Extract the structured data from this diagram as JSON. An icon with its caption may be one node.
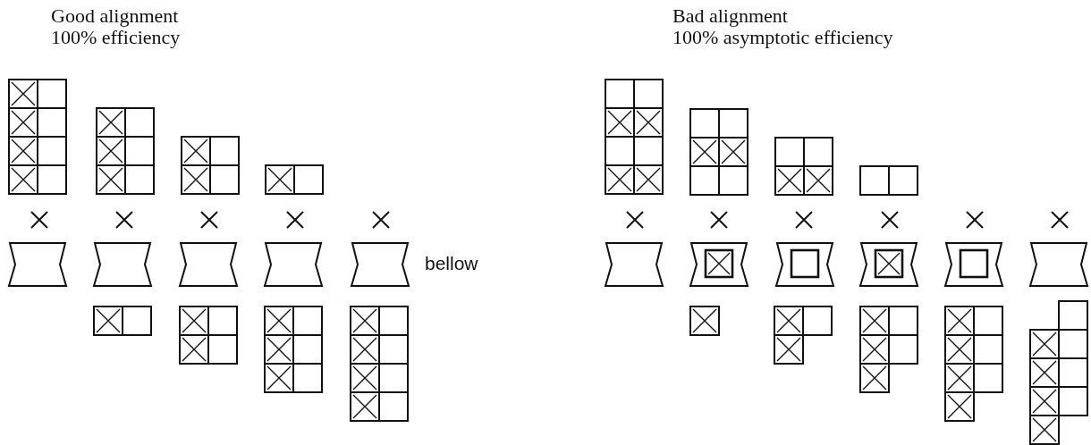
{
  "diagram": {
    "labels": [
      "Good alignment",
      "100% efficiency",
      "Bad alignment",
      "100% asymptotic efficiency",
      "bellow"
    ]
  }
}
